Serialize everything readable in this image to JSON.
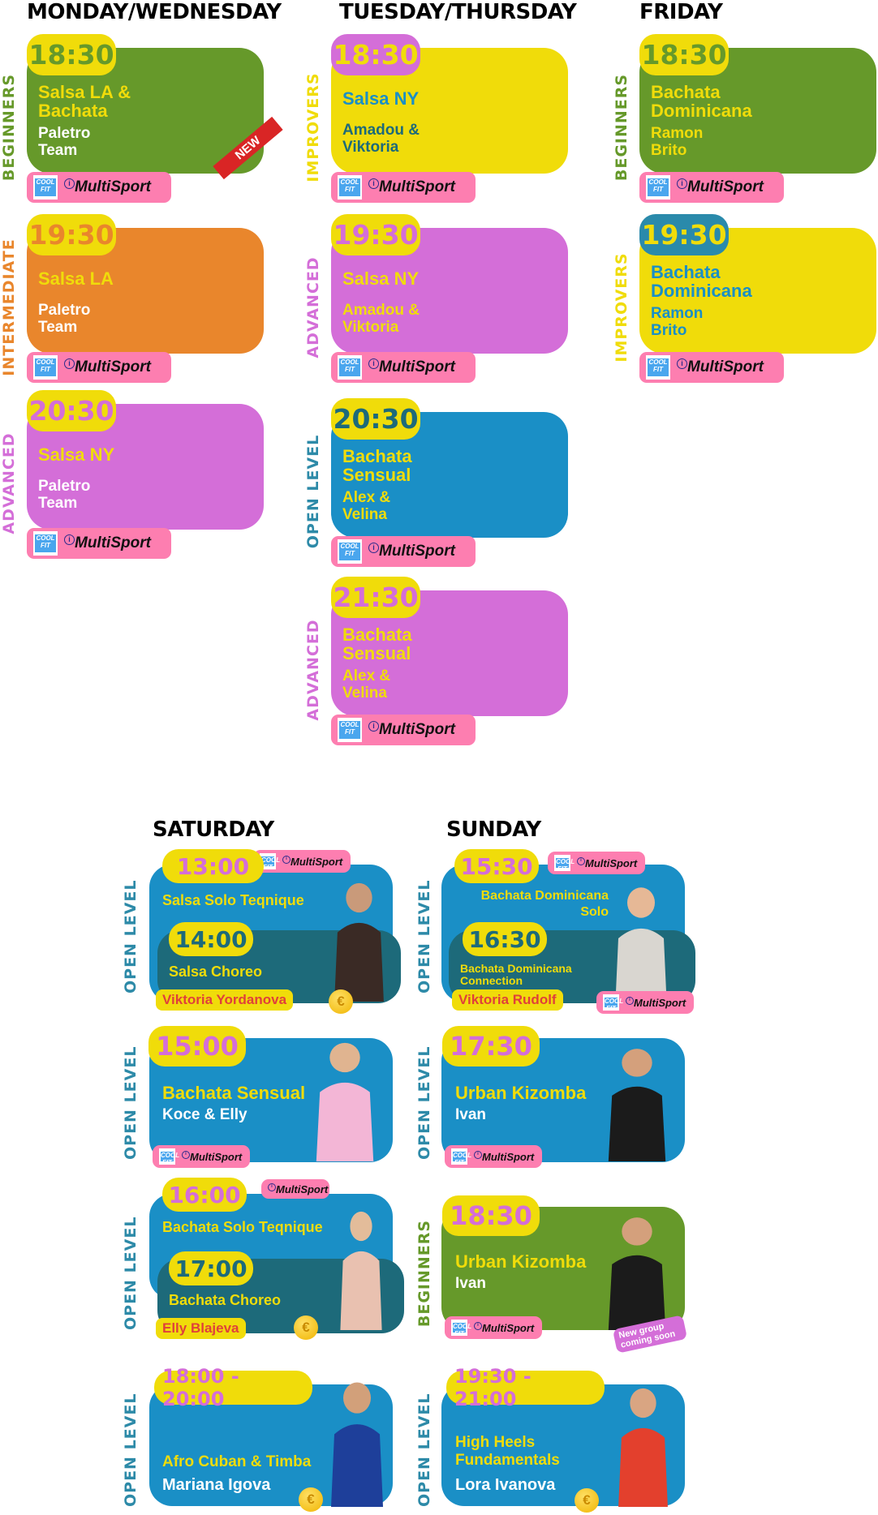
{
  "colors": {
    "green": "#66992a",
    "yellow": "#f0dc0a",
    "purple": "#d46ed8",
    "orange": "#e9862c",
    "blue": "#1a8fc6",
    "dark_teal": "#1d6a7a",
    "pink": "#fd7eb0",
    "label_blue": "#2d8aa8",
    "red": "#e0403a"
  },
  "days": {
    "mon_wed": "MONDAY/WEDNESDAY",
    "tue_thu": "TUESDAY/THURSDAY",
    "fri": "FRIDAY",
    "sat": "SATURDAY",
    "sun": "SUNDAY"
  },
  "badge": {
    "coolfit_line1": "COOL",
    "coolfit_line2": "FIT",
    "multisport": "MultiSport",
    "multisport_icon": "i",
    "coin_icon": "€"
  },
  "mon_wed": [
    {
      "level": "BEGINNERS",
      "time": "18:30",
      "title": "Salsa LA & Bachata",
      "instructor": "Paletro Team",
      "tag": "NEW",
      "body": "#66992a",
      "pill": "#f0dc0a",
      "time_color": "#66992a",
      "title_color": "#f0dc0a",
      "instr_color": "#ffffff",
      "label_color": "#66992a"
    },
    {
      "level": "INTERMEDIATE",
      "time": "19:30",
      "title": "Salsa LA",
      "instructor": "Paletro Team",
      "body": "#e9862c",
      "pill": "#f0dc0a",
      "time_color": "#e9862c",
      "title_color": "#f0dc0a",
      "instr_color": "#ffffff",
      "label_color": "#e9862c"
    },
    {
      "level": "ADVANCED",
      "time": "20:30",
      "title": "Salsa NY",
      "instructor": "Paletro Team",
      "body": "#d46ed8",
      "pill": "#f0dc0a",
      "time_color": "#d46ed8",
      "title_color": "#f0dc0a",
      "instr_color": "#ffffff",
      "label_color": "#d46ed8"
    }
  ],
  "tue_thu": [
    {
      "level": "IMPROVERS",
      "time": "18:30",
      "title": "Salsa NY",
      "instructor": "Amadou & Viktoria",
      "body": "#f0dc0a",
      "pill": "#d46ed8",
      "time_color": "#f0dc0a",
      "title_color": "#1a8fc6",
      "instr_color": "#1d6a7a",
      "label_color": "#f0dc0a"
    },
    {
      "level": "ADVANCED",
      "time": "19:30",
      "title": "Salsa NY",
      "instructor": "Amadou & Viktoria",
      "body": "#d46ed8",
      "pill": "#f0dc0a",
      "time_color": "#d46ed8",
      "title_color": "#f0dc0a",
      "instr_color": "#f0dc0a",
      "label_color": "#d46ed8"
    },
    {
      "level": "OPEN LEVEL",
      "time": "20:30",
      "title": "Bachata Sensual",
      "instructor": "Alex & Velina",
      "body": "#1a8fc6",
      "pill": "#f0dc0a",
      "time_color": "#1d6a7a",
      "title_color": "#f0dc0a",
      "instr_color": "#f0dc0a",
      "label_color": "#2d8aa8"
    },
    {
      "level": "ADVANCED",
      "time": "21:30",
      "title": "Bachata Sensual",
      "instructor": "Alex & Velina",
      "body": "#d46ed8",
      "pill": "#f0dc0a",
      "time_color": "#d46ed8",
      "title_color": "#f0dc0a",
      "instr_color": "#f0dc0a",
      "label_color": "#d46ed8"
    }
  ],
  "fri": [
    {
      "level": "BEGINNERS",
      "time": "18:30",
      "title": "Bachata Dominicana",
      "instructor": "Ramon Brito",
      "body": "#66992a",
      "pill": "#f0dc0a",
      "time_color": "#66992a",
      "title_color": "#f0dc0a",
      "instr_color": "#f0dc0a",
      "label_color": "#66992a"
    },
    {
      "level": "IMPROVERS",
      "time": "19:30",
      "title": "Bachata Dominicana",
      "instructor": "Ramon Brito",
      "body": "#f0dc0a",
      "pill": "#2a8aab",
      "time_color": "#f0dc0a",
      "title_color": "#1a8fc6",
      "instr_color": "#1a8fc6",
      "label_color": "#f0dc0a"
    }
  ],
  "sat": [
    {
      "level": "OPEN LEVEL",
      "time": "13:00",
      "title": "Salsa Solo Teqnique",
      "time2": "14:00",
      "title2": "Salsa Choreo",
      "instructor": "Viktoria Yordanova"
    },
    {
      "level": "OPEN LEVEL",
      "time": "15:00",
      "title": "Bachata Sensual",
      "instructor": "Koce & Elly"
    },
    {
      "level": "OPEN LEVEL",
      "time": "16:00",
      "title": "Bachata Solo Teqnique",
      "time2": "17:00",
      "title2": "Bachata Choreo",
      "instructor": "Elly Blajeva"
    },
    {
      "level": "OPEN LEVEL",
      "time": "18:00 - 20:00",
      "title": "Afro Cuban & Timba",
      "instructor": "Mariana Igova"
    }
  ],
  "sun": [
    {
      "level": "OPEN LEVEL",
      "time": "15:30",
      "title": "Bachata Dominicana Solo",
      "time2": "16:30",
      "title2": "Bachata Dominicana Connection",
      "instructor": "Viktoria Rudolf"
    },
    {
      "level": "OPEN LEVEL",
      "time": "17:30",
      "title": "Urban Kizomba",
      "instructor": "Ivan"
    },
    {
      "level": "BEGINNERS",
      "time": "18:30",
      "title": "Urban Kizomba",
      "instructor": "Ivan",
      "tag": "New group coming soon"
    },
    {
      "level": "OPEN LEVEL",
      "time": "19:30 - 21:00",
      "title": "High Heels Fundamentals",
      "instructor": "Lora Ivanova"
    }
  ]
}
